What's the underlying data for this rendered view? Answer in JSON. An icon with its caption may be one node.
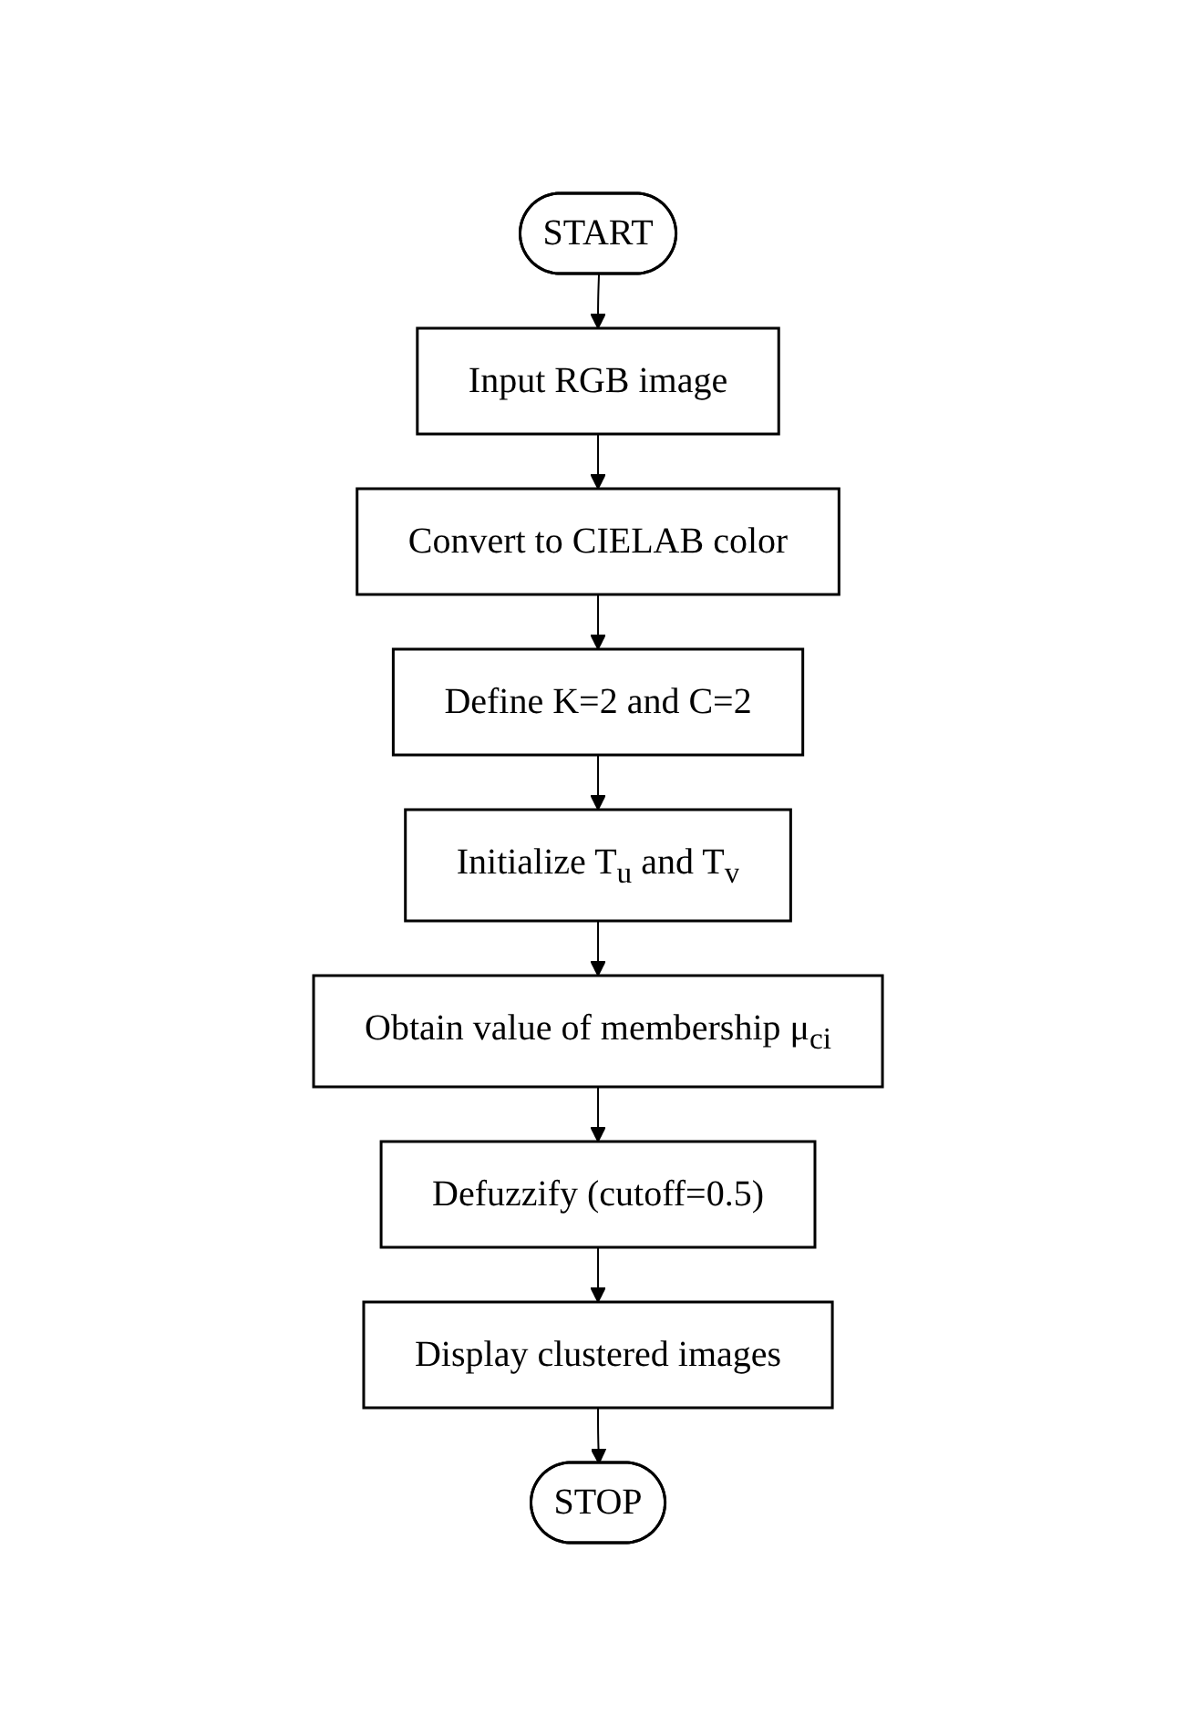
{
  "diagram": {
    "nodes": [
      {
        "text": [
          "START"
        ]
      },
      {
        "text": [
          "Input RGB image"
        ]
      },
      {
        "text": [
          "Convert to CIELAB color"
        ]
      },
      {
        "text": [
          "Define K=2 and C=2"
        ]
      },
      {
        "text": [
          "Initialize T$_{u}$ and T$_{v}$"
        ]
      },
      {
        "text": [
          "Obtain value of membership μ$_{ci}$"
        ]
      },
      {
        "text": [
          "Defuzzify (cutoff=0.5)"
        ]
      },
      {
        "text": [
          "Display clustered images"
        ]
      },
      {
        "text": [
          "STOP"
        ]
      }
    ],
    "edges": [
      {
        "from": 0,
        "to": 1,
        "arrow": "to"
      },
      {
        "from": 1,
        "to": 2,
        "arrow": "to"
      },
      {
        "from": 2,
        "to": 3,
        "arrow": "to"
      },
      {
        "from": 3,
        "to": 4,
        "arrow": "to"
      },
      {
        "from": 4,
        "to": 5,
        "arrow": "to"
      },
      {
        "from": 5,
        "to": 6,
        "arrow": "to"
      },
      {
        "from": 6,
        "to": 7,
        "arrow": "to"
      },
      {
        "from": 7,
        "to": 8,
        "arrow": "to"
      }
    ]
  }
}
